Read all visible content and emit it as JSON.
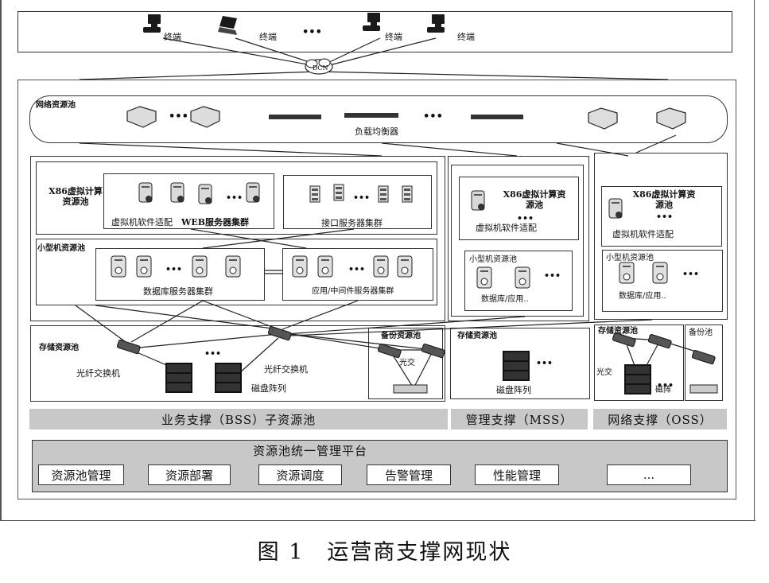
{
  "terminals": {
    "terminal_label": "终端",
    "dcn": "DCN",
    "dots": "•••"
  },
  "network_pool": {
    "title": "网络资源池",
    "load_balancer": "负载均衡器",
    "dots": "•••"
  },
  "bss": {
    "x86_title": "X86虚拟计算资源池",
    "vm_adapter": "虚拟机软件适配",
    "web_cluster": "WEB服务器集群",
    "interface_cluster": "接口服务器集群",
    "minicomputer_title": "小型机资源池",
    "db_cluster": "数据库服务器集群",
    "app_cluster": "应用/中间件服务器集群",
    "storage_title": "存储资源池",
    "fiber_switch_1": "光纤交换机",
    "fiber_switch_2": "光纤交换机",
    "disk_array": "磁盘阵列",
    "backup_title": "备份资源池",
    "optical": "光交",
    "band_label": "业务支撑（BSS）子资源池"
  },
  "mss": {
    "x86_title": "X86虚拟计算资源池",
    "vm_adapter": "虚拟机软件适配",
    "minicomputer_title": "小型机资源池",
    "db_app": "数据库/应用..",
    "storage_title": "存储资源池",
    "disk_array": "磁盘阵列",
    "band_label": "管理支撑（MSS）"
  },
  "oss": {
    "x86_title": "X86虚拟计算资源池",
    "vm_adapter": "虚拟机软件适配",
    "minicomputer_title": "小型机资源池",
    "db_app": "数据库/应用..",
    "storage_title": "存储资源池",
    "backup_title": "备份池",
    "optical": "光交",
    "disk": "磁阵",
    "band_label": "网络支撑（OSS）"
  },
  "platform": {
    "title": "资源池统一管理平台",
    "modules": [
      "资源池管理",
      "资源部署",
      "资源调度",
      "告警管理",
      "性能管理",
      "..."
    ]
  },
  "caption": "图 1　运营商支撑网现状",
  "colors": {
    "band": "#c8c8c8",
    "server_fill": "#d9d9d9",
    "dark": "#1a1a1a"
  }
}
